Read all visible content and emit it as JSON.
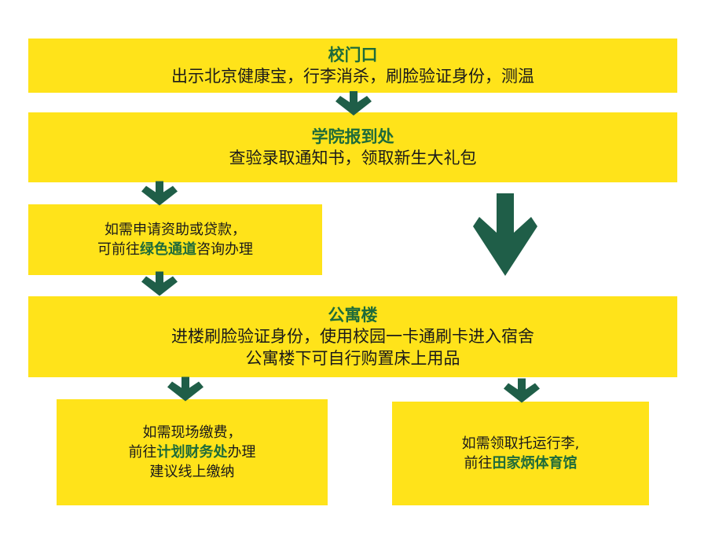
{
  "colors": {
    "box": "#FFE31A",
    "accent": "#1E6B3A",
    "arrow": "#1F5E48"
  },
  "step1": {
    "title": "校门口",
    "line": "出示北京健康宝，行李消杀，刷脸验证身份，测温"
  },
  "step2": {
    "title": "学院报到处",
    "line": "查验录取通知书，领取新生大礼包"
  },
  "aid": {
    "line1": "如需申请资助或贷款，",
    "line2_pre": "可前往",
    "line2_hl": "绿色通道",
    "line2_post": "咨询办理"
  },
  "step3": {
    "title": "公寓楼",
    "line1": "进楼刷脸验证身份，使用校园一卡通刷卡进入宿舍",
    "line2": "公寓楼下可自行购置床上用品"
  },
  "payment": {
    "line1": "如需现场缴费，",
    "line2_pre": "前往",
    "line2_hl": "计划财务处",
    "line2_post": "办理",
    "line3": "建议线上缴纳"
  },
  "luggage": {
    "line1": "如需领取托运行李,",
    "line2_pre": "前往",
    "line2_hl": "田家炳体育馆"
  }
}
